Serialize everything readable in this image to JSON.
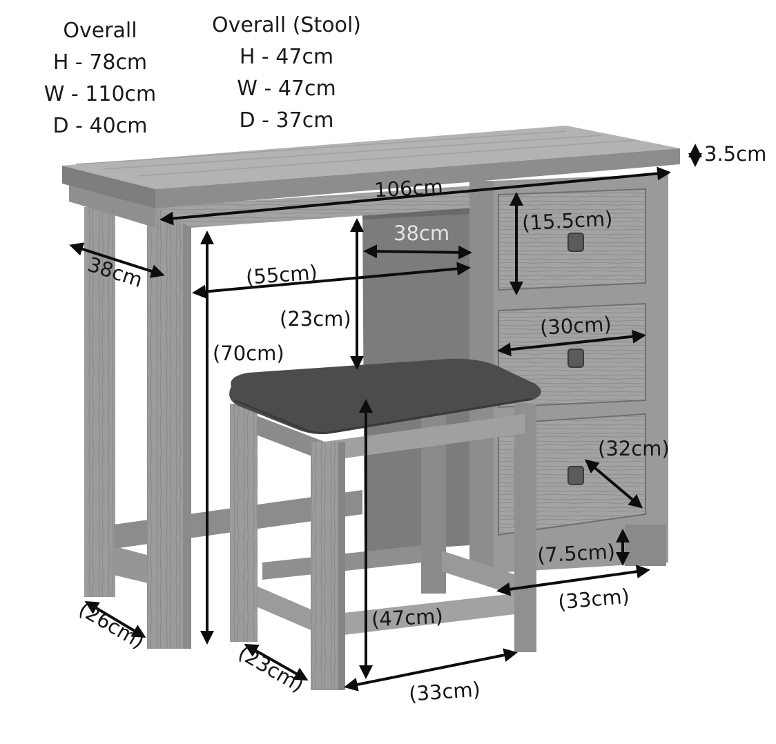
{
  "overall": {
    "title": "Overall",
    "h": "H - 78cm",
    "w": "W - 110cm",
    "d": "D - 40cm"
  },
  "stool": {
    "title": "Overall (Stool)",
    "h": "H - 47cm",
    "w": "W - 47cm",
    "d": "D - 37cm"
  },
  "dimensions": {
    "top_thickness": "3.5cm",
    "top_width": "106cm",
    "side_depth": "38cm",
    "knee_width": "(55cm)",
    "panel_depth": "38cm",
    "knee_height": "(23cm)",
    "leg_height": "(70cm)",
    "drawer_height": "(15.5cm)",
    "drawer_width": "(30cm)",
    "drawer_depth": "(32cm)",
    "plinth_height": "(7.5cm)",
    "pedestal_depth": "(33cm)",
    "foot_depth": "(26cm)",
    "stool_height": "(47cm)",
    "stool_depth": "(23cm)",
    "stool_width": "(33cm)"
  },
  "colors": {
    "wood_light": "#a9a9a9",
    "wood_mid": "#8e8e8e",
    "wood_dark": "#6e6e6e",
    "seat": "#4a4a4a",
    "arrow": "#0d0d0d"
  }
}
